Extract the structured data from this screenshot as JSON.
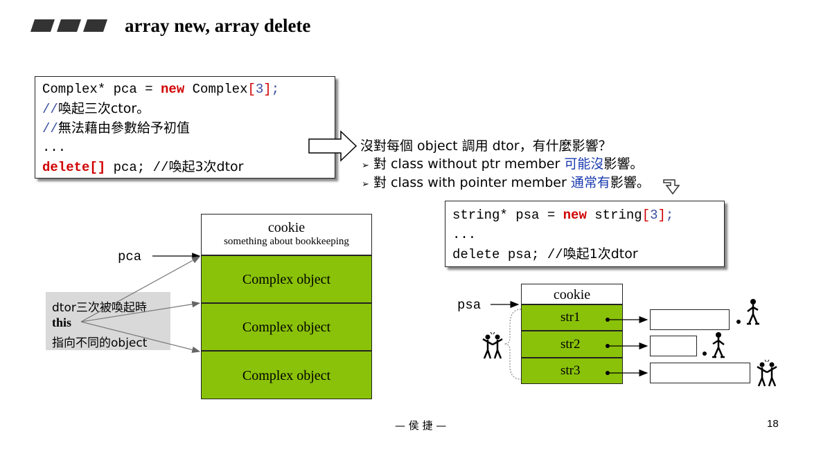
{
  "header": {
    "title": "array new, array delete"
  },
  "code1": {
    "l1_a": "Complex* pca = ",
    "l1_new": "new",
    "l1_b": " Complex",
    "l1_lb": "[",
    "l1_num": "3",
    "l1_rb": "]",
    "l1_semi": ";",
    "l2_slash": "//",
    "l2_text": "喚起三次ctor。",
    "l3_slash": "//",
    "l3_text": "無法藉由參數給予初值",
    "l4": "...",
    "l5_kw": "delete[]",
    "l5_b": " pca; //",
    "l5_text": "喚起3次dtor"
  },
  "notes": {
    "q": "沒對每個 object 調用 dtor，有什麼影響？",
    "b1_pre": "對 class without ptr member ",
    "b1_blue": "可能沒",
    "b1_post": "影響。",
    "b2_pre": "對 class with pointer member ",
    "b2_blue": "通常有",
    "b2_post": "影響。",
    "bullet": "➢"
  },
  "code2": {
    "l1_a": "string* psa = ",
    "l1_new": "new",
    "l1_b": " string",
    "l1_lb": "[",
    "l1_num": "3",
    "l1_rb": "]",
    "l1_semi": ";",
    "l2": "...",
    "l3_a": "delete psa; //",
    "l3_text": "喚起1次dtor"
  },
  "left_diagram": {
    "cookie_title": "cookie",
    "cookie_sub": "something about bookkeeping",
    "pointer": "pca",
    "objects": [
      "Complex object",
      "Complex object",
      "Complex object"
    ],
    "callout_l1": "dtor三次被喚起時",
    "callout_l2": "this",
    "callout_l3": "指向不同的object"
  },
  "right_diagram": {
    "cookie": "cookie",
    "pointer": "psa",
    "cells": [
      "str1",
      "str2",
      "str3"
    ]
  },
  "footer": {
    "author": "— 侯 捷 —",
    "page": "18"
  },
  "colors": {
    "green": "#8ac20a",
    "keyword": "#d00000",
    "comment_blue": "#3a4fa0"
  }
}
